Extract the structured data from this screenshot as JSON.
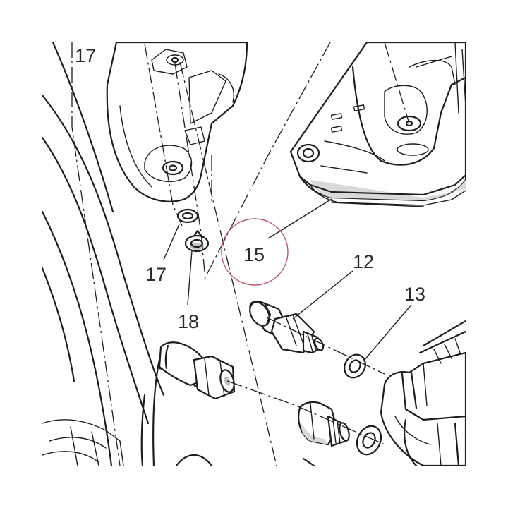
{
  "callouts": {
    "c17_top": "17",
    "c17_bottom": "17",
    "c18": "18",
    "c15": "15",
    "c12": "12",
    "c13": "13"
  },
  "highlight_color": "#b85a6a",
  "line_color": "#1e1e1e"
}
